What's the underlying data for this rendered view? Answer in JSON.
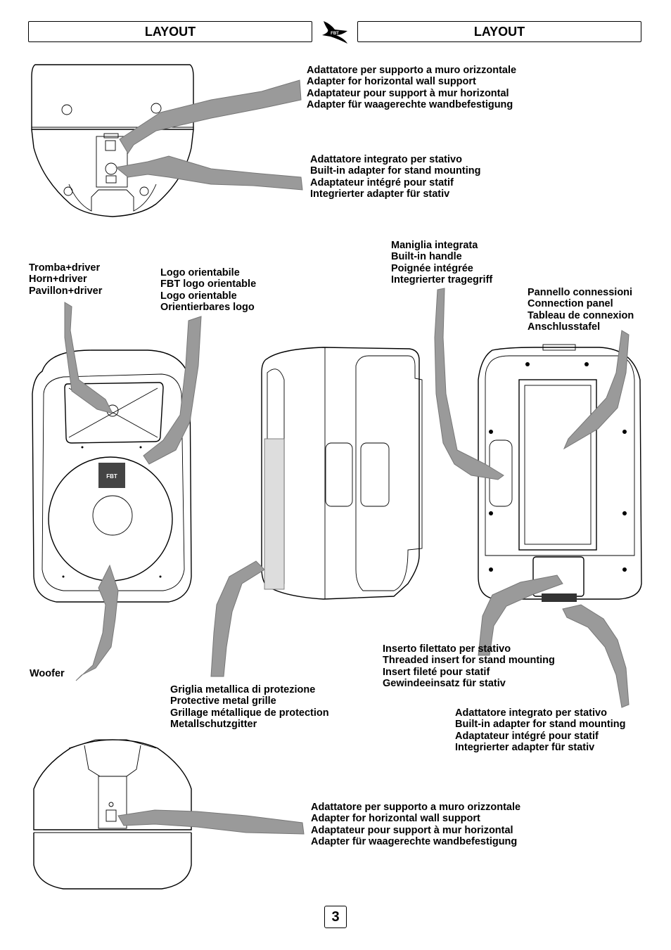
{
  "header": {
    "left_title": "LAYOUT",
    "right_title": "LAYOUT",
    "logo_text": "FBT"
  },
  "labels": {
    "wall_adapter_top": [
      "Adattatore per supporto a muro orizzontale",
      "Adapter for horizontal wall support",
      "Adaptateur pour support à mur horizontal",
      "Adapter für waagerechte wandbefestigung"
    ],
    "stand_adapter_top": [
      "Adattatore integrato per stativo",
      "Built-in adapter for stand mounting",
      "Adaptateur intégré pour statif",
      "Integrierter adapter für stativ"
    ],
    "horn_driver": [
      "Tromba+driver",
      "Horn+driver",
      "Pavillon+driver"
    ],
    "logo_orientable": [
      "Logo orientabile",
      "FBT logo orientable",
      "Logo orientable",
      "Orientierbares logo"
    ],
    "handle": [
      "Maniglia integrata",
      "Built-in handle",
      "Poignée intégrée",
      "Integrierter tragegriff"
    ],
    "connection_panel": [
      "Pannello connessioni",
      "Connection panel",
      "Tableau de connexion",
      "Anschlusstafel"
    ],
    "woofer": [
      "Woofer"
    ],
    "metal_grille": [
      "Griglia metallica di protezione",
      "Protective metal grille",
      "Grillage métallique de protection",
      "Metallschutzgitter"
    ],
    "threaded_insert": [
      "Inserto filettato per stativo",
      "Threaded insert for stand mounting",
      "Insert fileté pour statif",
      "Gewindeeinsatz für stativ"
    ],
    "stand_adapter_bottom": [
      "Adattatore integrato per stativo",
      "Built-in adapter for stand mounting",
      "Adaptateur intégré pour statif",
      "Integrierter adapter für stativ"
    ],
    "wall_adapter_bottom": [
      "Adattatore per supporto a muro orizzontale",
      "Adapter for horizontal wall support",
      "Adaptateur pour support à mur horizontal",
      "Adapter für waagerechte wandbefestigung"
    ]
  },
  "page_number": "3",
  "colors": {
    "arrow_fill": "#9a9a9a",
    "line": "#000000"
  }
}
